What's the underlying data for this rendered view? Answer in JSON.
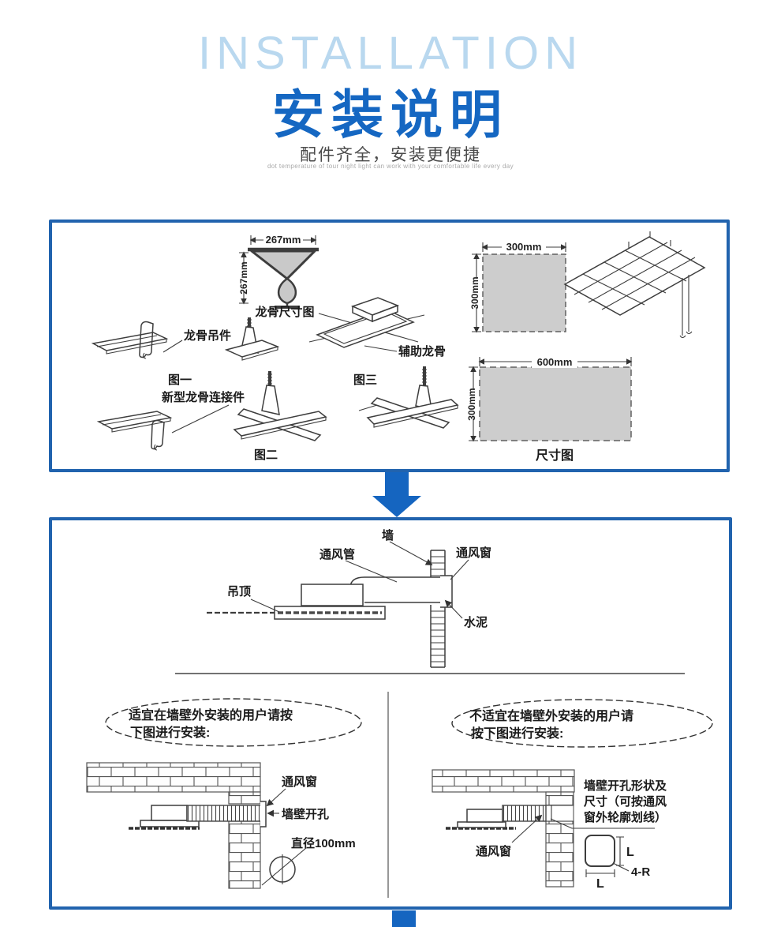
{
  "colors": {
    "brand_blue": "#1567c2",
    "watermark_blue": "#b9d8ef",
    "panel_border_blue": "#2163ae",
    "arrow_blue": "#1565c0",
    "subtitle_gray": "#4a4a4a",
    "line_dark": "#3d3d3d",
    "panel_fill_gray": "#cdcdcd"
  },
  "header": {
    "watermark": "INSTALLATION",
    "title": "安装说明",
    "subtitle": "配件齐全，安装更便捷",
    "tagline": "dot temperature of tour night light can work with your comfortable life every day"
  },
  "p1": {
    "dim267_w": "267mm",
    "dim267_h": "267mm",
    "keel_caption": "龙骨尺寸图",
    "keel_hanger": "龙骨吊件",
    "fig1": "图一",
    "connector": "新型龙骨连接件",
    "fig2": "图二",
    "fig3": "图三",
    "aux_keel": "辅助龙骨",
    "sq300_w": "300mm",
    "sq300_h": "300mm",
    "size600_w": "600mm",
    "size600_h": "300mm",
    "size_caption": "尺寸图"
  },
  "p2": {
    "wall": "墙",
    "pipe": "通风管",
    "window": "通风窗",
    "ceiling": "吊顶",
    "cement": "水泥",
    "left": {
      "l1": "适宜在墙壁外安装的用户请按",
      "l2": "下图进行安装:",
      "window": "通风窗",
      "opening": "墙壁开孔",
      "diameter": "直径100mm"
    },
    "right": {
      "l1": "不适宜在墙壁外安装的用户请",
      "l2": "按下图进行安装:",
      "window": "通风窗",
      "note1": "墙壁开孔形状及",
      "note2": "尺寸（可按通风",
      "note3": "窗外轮廓划线）",
      "lv": "L",
      "lh": "L",
      "radius": "4-R"
    }
  }
}
